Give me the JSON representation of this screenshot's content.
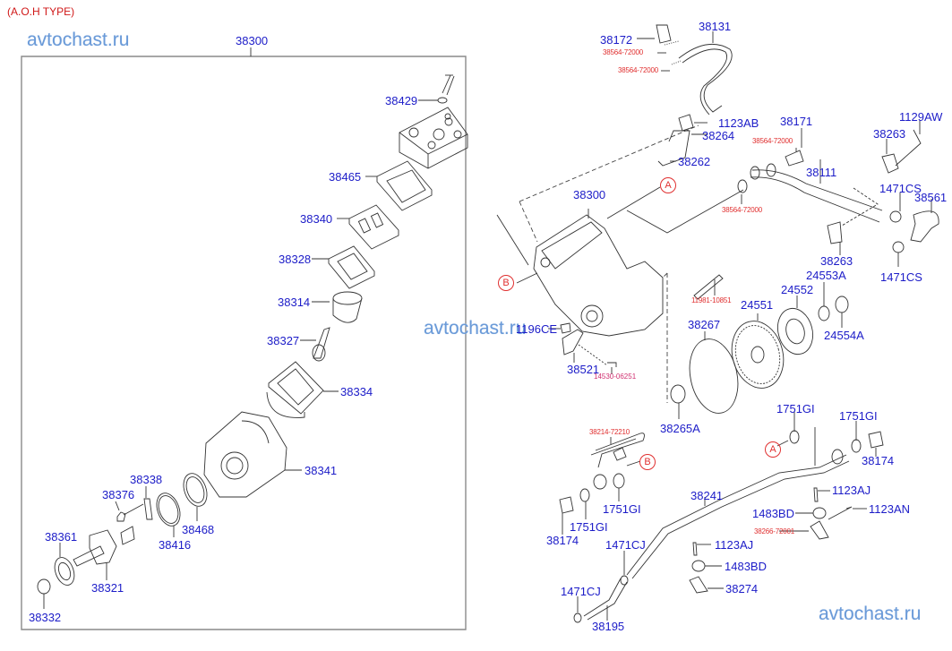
{
  "diagram": {
    "type_label": "(A.O.H TYPE)",
    "watermark": "avtochast.ru",
    "assembly_label": "38300",
    "colors": {
      "part_number": "#1c1cc8",
      "ref_number": "#e03030",
      "callout": "#e03030",
      "watermark": "#6a9ad8",
      "frame": "#8a8a8a",
      "line": "#333333"
    },
    "callouts": {
      "a": "A",
      "b": "B"
    },
    "left_parts": {
      "p38429": "38429",
      "p38465": "38465",
      "p38340": "38340",
      "p38328": "38328",
      "p38314": "38314",
      "p38327": "38327",
      "p38334": "38334",
      "p38341": "38341",
      "p38338": "38338",
      "p38376": "38376",
      "p38361": "38361",
      "p38416": "38416",
      "p38468": "38468",
      "p38321": "38321",
      "p38332": "38332"
    },
    "right_parts": {
      "p38172": "38172",
      "p38131": "38131",
      "p1123AB": "1123AB",
      "p38264": "38264",
      "p38262": "38262",
      "p38171": "38171",
      "p1129AW": "1129AW",
      "p38263a": "38263",
      "p38111": "38111",
      "p1471CSa": "1471CS",
      "p38561": "38561",
      "p38263b": "38263",
      "p1471CSb": "1471CS",
      "p38300": "38300",
      "p24553A": "24553A",
      "p24552": "24552",
      "p24551": "24551",
      "p24554A": "24554A",
      "p38267": "38267",
      "p1196CE": "1196CE",
      "p38521": "38521",
      "p38265A": "38265A",
      "p1751GIa": "1751GI",
      "p1751GIb": "1751GI",
      "p38174a": "38174",
      "p1751GIc": "1751GI",
      "p1751GId": "1751GI",
      "p38174b": "38174",
      "p38241": "38241",
      "p1123AJa": "1123AJ",
      "p1483BDa": "1483BD",
      "p1123AN": "1123AN",
      "p1471CJa": "1471CJ",
      "p1123AJb": "1123AJ",
      "p1483BDb": "1483BD",
      "p38274": "38274",
      "p1471CJb": "1471CJ",
      "p38195": "38195"
    },
    "ref_numbers": {
      "r1": "38564-72000",
      "r2": "38564-72000",
      "r3": "38564-72000",
      "r4": "38564-72000",
      "r5": "11981-10851",
      "r6": "14530-06251",
      "r7": "38214-72210",
      "r8": "38266-72001"
    }
  }
}
